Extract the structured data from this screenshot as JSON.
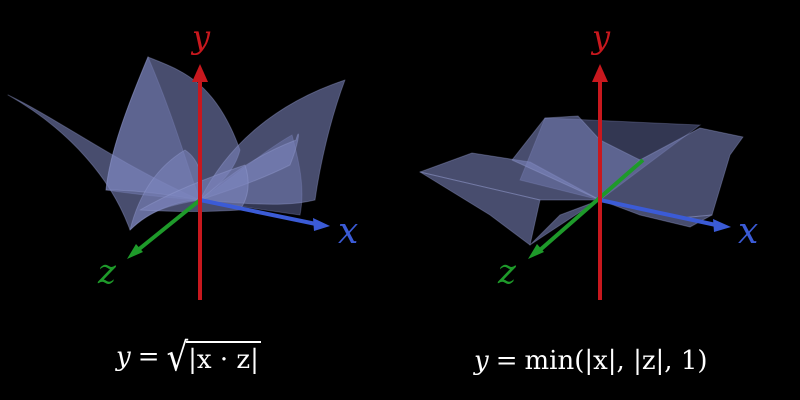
{
  "panels": [
    {
      "id": "left",
      "formula": {
        "lhs": "y",
        "eq": "=",
        "sqrt_symbol": "√",
        "radicand": "|x · z|"
      }
    },
    {
      "id": "right",
      "formula": {
        "lhs": "y",
        "eq": "=",
        "rhs": "min(|x|, |z|, 1)"
      }
    }
  ],
  "axes": {
    "x": {
      "label": "x",
      "color": "#3b5bd6"
    },
    "y": {
      "label": "y",
      "color": "#c8181e"
    },
    "z": {
      "label": "z",
      "color": "#1e9a2a"
    }
  },
  "surface_color": "#7c85bd",
  "background": "#000000"
}
